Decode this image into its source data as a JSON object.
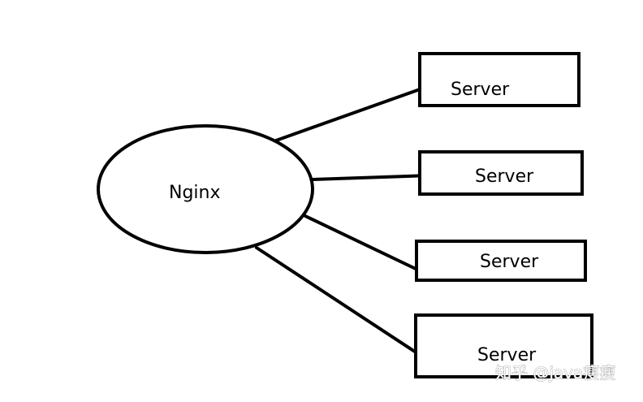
{
  "diagram": {
    "hub": {
      "label": "Nginx"
    },
    "servers": [
      {
        "label": "Server"
      },
      {
        "label": "Server"
      },
      {
        "label": "Server"
      },
      {
        "label": "Server"
      }
    ]
  },
  "watermark": {
    "text": "知乎 @java瘦瘦"
  }
}
